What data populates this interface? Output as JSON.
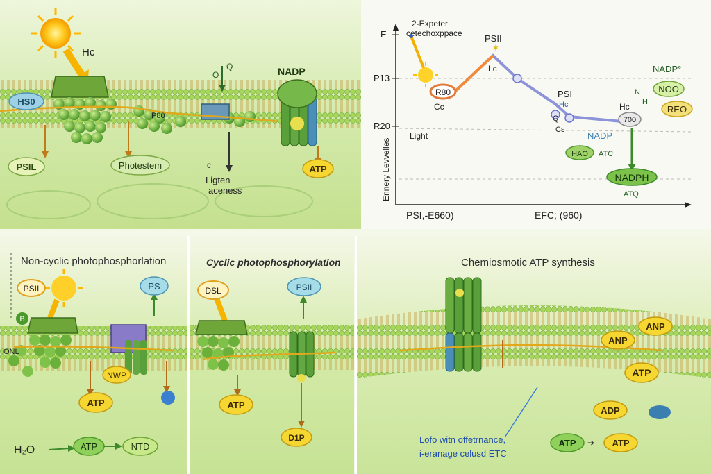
{
  "top_left": {
    "labels": {
      "hc": "Hc",
      "hso": "HS0",
      "psil": "PSIL",
      "photostem": "Photestem",
      "p80": "P80",
      "o": "O",
      "q": "Q",
      "c": "c",
      "nadp": "NADP",
      "ligten": "Ligten",
      "aceness": "aceness",
      "atp": "ATP"
    }
  },
  "graph": {
    "labels": {
      "ylabel": "Ennery Levvelles",
      "e": "E",
      "p13": "P13",
      "r20": "R20",
      "expeter1": "2-Expeter",
      "expeter2": "cetechoxppace",
      "psii": "PSII",
      "lc": "Lc",
      "r80": "R80",
      "cc": "Cc",
      "light": "Light",
      "psi": "PSI",
      "hc1": "Hc",
      "q": "Q",
      "cs": "Cs",
      "nadp": "NADP",
      "hc2": "Hc",
      "v700": "700",
      "nadp2": "NADP°",
      "n": "N",
      "h": "H",
      "noo": "NOO",
      "reo": "REO",
      "hao": "HAO",
      "atc": "ATC",
      "nadph": "NADPH",
      "atq": "ATQ",
      "x1": "PSI,-E660)",
      "x2": "EFC; (960)"
    }
  },
  "non_cyclic": {
    "title": "Non-cyclic photophosphorlation",
    "labels": {
      "psii": "PSII",
      "b": "B",
      "ps": "PS",
      "onl": "ONL",
      "nwp": "NWP",
      "atp": "ATP",
      "h2o": "H₂O",
      "atp2": "ATP",
      "ntd": "NTD"
    }
  },
  "cyclic": {
    "title": "Cyclic photophosphorylation",
    "labels": {
      "dsl": "DSL",
      "psii": "PSII",
      "atp": "ATP",
      "dip": "D1P"
    }
  },
  "chemiosmotic": {
    "title": "Chemiosmotic ATP synthesis",
    "labels": {
      "anp1": "ANP",
      "anp2": "ANP",
      "atp1": "ATP",
      "adp": "ADP",
      "note1": "Lofo witn offetrnance,",
      "note2": "i-eranage celusd ETC",
      "atp2": "ATP",
      "atp3": "ATP"
    }
  }
}
